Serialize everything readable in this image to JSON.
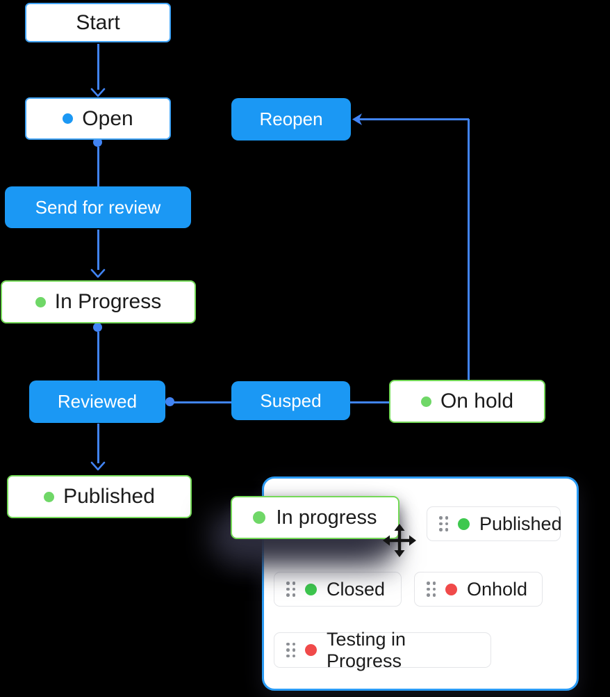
{
  "colors": {
    "background": "#000000",
    "blue_fill": "#1B98F4",
    "blue_border": "#41A3F5",
    "line_blue": "#4184F4",
    "green_border": "#74D957",
    "green_dot": "#3EC84E",
    "light_green_dot": "#6FD767",
    "red_dot": "#F04A4A",
    "panel_border": "#2B9BF4"
  },
  "flowchart": {
    "nodes": {
      "start": {
        "label": "Start",
        "type": "state"
      },
      "open": {
        "label": "Open",
        "type": "state",
        "dot": "blue"
      },
      "send_for_review": {
        "label": "Send for review",
        "type": "action"
      },
      "in_progress": {
        "label": "In Progress",
        "type": "state",
        "dot": "green"
      },
      "reviewed": {
        "label": "Reviewed",
        "type": "action"
      },
      "published": {
        "label": "Published",
        "type": "state",
        "dot": "green"
      },
      "susped": {
        "label": "Susped",
        "type": "action"
      },
      "on_hold": {
        "label": "On hold",
        "type": "state",
        "dot": "green"
      },
      "reopen": {
        "label": "Reopen",
        "type": "action"
      }
    }
  },
  "panel": {
    "chips": {
      "in_progress": {
        "label": "In progress",
        "dot": "light-green",
        "state": "dragging"
      },
      "published": {
        "label": "Published",
        "dot": "green"
      },
      "closed": {
        "label": "Closed",
        "dot": "green"
      },
      "onhold": {
        "label": "Onhold",
        "dot": "red"
      },
      "testing_in_progress": {
        "label": "Testing in Progress",
        "dot": "red"
      }
    }
  }
}
